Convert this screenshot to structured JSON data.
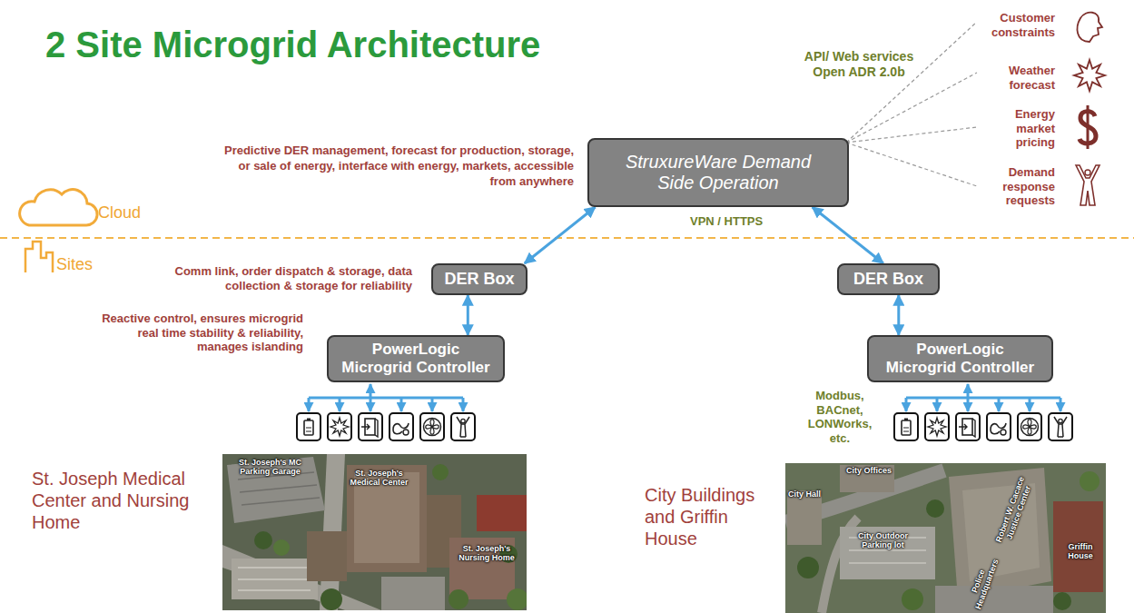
{
  "diagram": {
    "title": "2 Site Microgrid Architecture",
    "nodes": [
      {
        "text": [
          "StruxureWare Demand Side Operation"
        ]
      },
      {
        "text": [
          "DER Box"
        ]
      },
      {
        "text": [
          "DER Box"
        ]
      },
      {
        "text": [
          "PowerLogic Microgrid Controller"
        ]
      },
      {
        "text": [
          "PowerLogic Microgrid Controller"
        ]
      }
    ],
    "edges": [
      {
        "from": 0,
        "to": 1,
        "arrow": "both"
      },
      {
        "from": 0,
        "to": 2,
        "arrow": "both"
      },
      {
        "from": 1,
        "to": 3,
        "arrow": "both"
      },
      {
        "from": 2,
        "to": 4,
        "arrow": "both"
      }
    ],
    "labels": [
      "API/ Web services Open ADR 2.0b",
      "Customer constraints",
      "Weather forecast",
      "Energy market pricing",
      "Demand response requests",
      "Predictive DER management, forecast for production, storage, or sale of energy, interface with energy, markets, accessible from anywhere",
      "Cloud",
      "Sites",
      "VPN / HTTPS",
      "Comm link, order dispatch & storage, data collection & storage for reliability",
      "Reactive control, ensures microgrid real time stability & reliability, manages islanding",
      "Modbus, BACnet, LONWorks, etc.",
      "St. Joseph Medical Center and Nursing Home",
      "City Buildings and Griffin House",
      "St. Joseph's MC Parking Garage",
      "St. Joseph's Medical Center",
      "St. Joseph's Nursing Home",
      "City Offices",
      "City Hall",
      "City Outdoor Parking lot",
      "Robert W. Cacace Justice Center",
      "Police Headquarters",
      "Griffin House"
    ]
  }
}
